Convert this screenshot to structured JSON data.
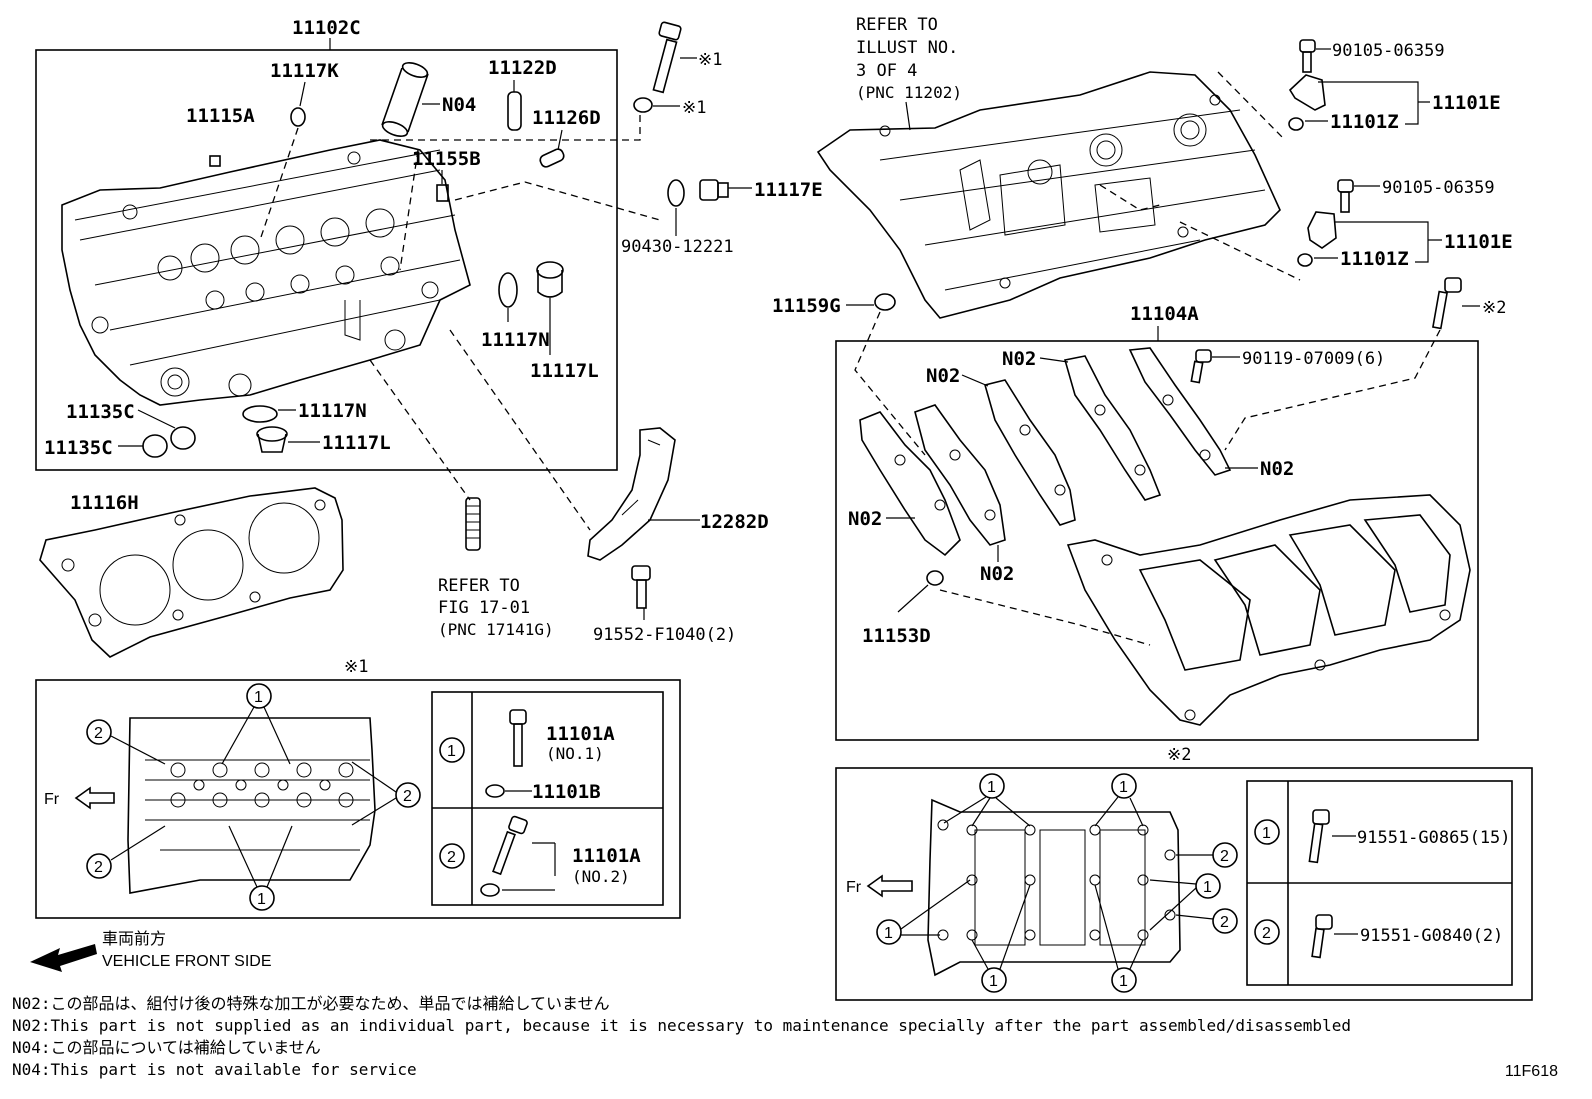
{
  "labels": {
    "head_assy": "11102C",
    "plug_k": "11117K",
    "n04": "N04",
    "pin_d": "11122D",
    "plug_a": "11115A",
    "pin_126d": "11126D",
    "pin_155b": "11155B",
    "ref_top": "※1",
    "ref_top2": "※1",
    "plug_e": "11117E",
    "gasket_90430": "90430-12221",
    "ring_n": "11117N",
    "plug_l": "11117L",
    "plug_c1": "11135C",
    "plug_c2": "11135C",
    "ring_n2": "11117N",
    "plug_l2": "11117L",
    "head_gasket": "11116H",
    "ref_fig_1": "REFER TO",
    "ref_fig_2": "FIG 17-01",
    "ref_fig_3": "(PNC 17141G)",
    "bracket": "12282D",
    "bolt_bracket": "91552-F1040(2)",
    "ref_illust_1": "REFER TO",
    "ref_illust_2": "ILLUST NO.",
    "ref_illust_3": "3 OF 4",
    "ref_illust_4": "(PNC 11202)",
    "bolt_90105_1": "90105-06359",
    "bolt_90105_2": "90105-06359",
    "sensor_1": "11101E",
    "sensor_2": "11101E",
    "oring_1": "11101Z",
    "oring_2": "11101Z",
    "seal_g": "11159G",
    "cam_housing": "11104A",
    "ref_2": "※2",
    "n02_1": "N02",
    "n02_2": "N02",
    "n02_3": "N02",
    "n02_4": "N02",
    "n02_5": "N02",
    "bolt_90119": "90119-07009(6)",
    "pin_153d": "11153D"
  },
  "detail1": {
    "title": "※1",
    "fr": "Fr",
    "bolt_a": "11101A",
    "bolt_a_no1": "(NO.1)",
    "washer_b": "11101B",
    "bolt_a2": "11101A",
    "bolt_a_no2": "(NO.2)",
    "c1": "1",
    "c2": "2"
  },
  "detail2": {
    "title": "※2",
    "fr": "Fr",
    "bolt_1": "91551-G0865(15)",
    "bolt_2": "91551-G0840(2)",
    "c1": "1",
    "c2": "2"
  },
  "legend": {
    "jp": "車両前方",
    "en": "VEHICLE FRONT SIDE"
  },
  "notes": {
    "n02_jp": "N02:この部品は、組付け後の特殊な加工が必要なため、単品では補給していません",
    "n02_en": "N02:This part is not supplied as an individual part, because it is necessary to maintenance specially after the part assembled/disassembled",
    "n04_jp": "N04:この部品については補給していません",
    "n04_en": "N04:This part is not available for service"
  },
  "figure_code": "11F618",
  "icons": [
    "front-arrow-icon",
    "fr-arrow-icon",
    "circled-number-icon"
  ]
}
